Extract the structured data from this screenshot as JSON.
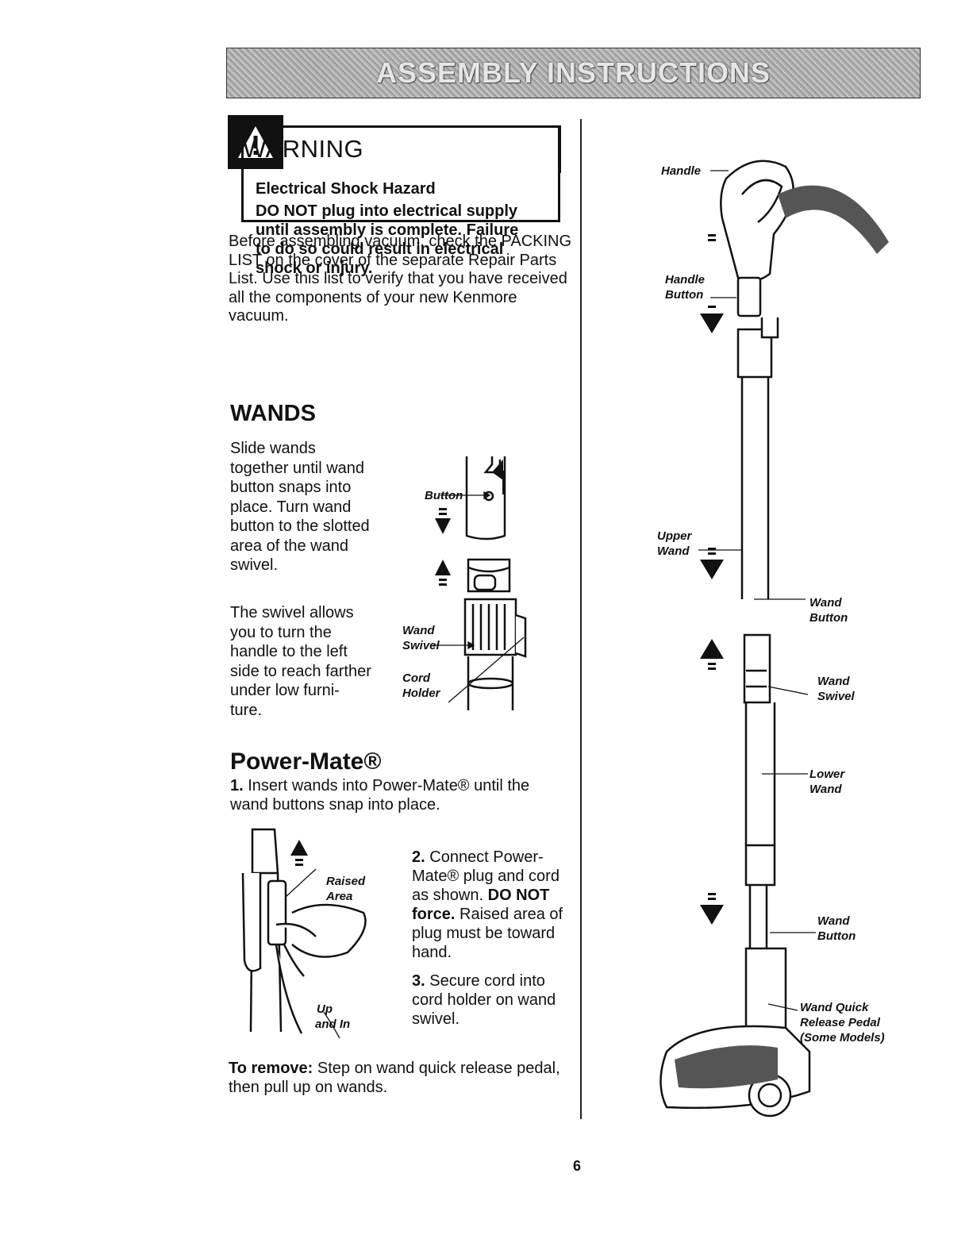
{
  "banner": "ASSEMBLY INSTRUCTIONS",
  "warning": {
    "title": "WARNING",
    "subtitle": "Electrical Shock Hazard",
    "body": [
      "DO NOT plug into electrical supply",
      "until assembly is complete. Failure",
      "to do so could result in electrical",
      "shock or injury."
    ]
  },
  "intro": "Before assembling vacuum, check the PACKING LIST on the cover of the separate Repair Parts List. Use this list to verify that you have received all the components of your new Kenmore vacuum.",
  "wands": {
    "heading": "WANDS",
    "p1": "Slide wands together until wand button snaps into place. Turn wand button to the slotted area of the wand swivel.",
    "p2": "The swivel allows you to turn the handle to the left side to reach farther under low furni- ture.",
    "labels": {
      "button": "Button",
      "wand_swivel": [
        "Wand",
        "Swivel"
      ],
      "cord_holder": [
        "Cord",
        "Holder"
      ]
    }
  },
  "powermate": {
    "heading": "Power-Mate®",
    "step1_num": "1.",
    "step1": "Insert wands into Power-Mate® until the wand buttons snap into place.",
    "step2_num": "2.",
    "step2_a": "Connect Power-Mate® plug and cord as shown.",
    "step2_bold": "DO NOT force.",
    "step2_b": "Raised area of plug must be toward hand.",
    "step3_num": "3.",
    "step3": "Secure cord into cord holder on wand swivel.",
    "labels": {
      "raised_area": [
        "Raised",
        "Area"
      ],
      "up_and_in": [
        "Up",
        "and In"
      ]
    }
  },
  "remove": {
    "label": "To remove:",
    "text": "Step on wand quick release pedal, then pull up on wands."
  },
  "diagram_labels": {
    "handle": "Handle",
    "handle_button": [
      "Handle",
      "Button"
    ],
    "upper_wand": [
      "Upper",
      "Wand"
    ],
    "wand_button_1": [
      "Wand",
      "Button"
    ],
    "wand_swivel": [
      "Wand",
      "Swivel"
    ],
    "lower_wand": [
      "Lower",
      "Wand"
    ],
    "wand_button_2": [
      "Wand",
      "Button"
    ],
    "quick_release": [
      "Wand Quick",
      "Release Pedal",
      "(Some Models)"
    ]
  },
  "page_number": "6"
}
